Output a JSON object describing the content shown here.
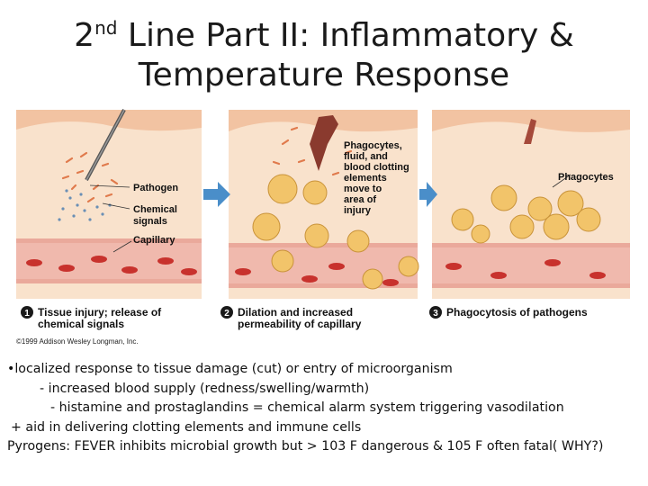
{
  "slide": {
    "title_part1": "2",
    "title_sup": "nd",
    "title_part2": " Line Part II: Inflammatory &",
    "title_line2": "Temperature Response"
  },
  "figure": {
    "labels": {
      "pathogen": "Pathogen",
      "chemical_signals_1": "Chemical",
      "chemical_signals_2": "signals",
      "capillary": "Capillary",
      "phago_fluid_1": "Phagocytes,",
      "phago_fluid_2": "fluid, and",
      "phago_fluid_3": "blood clotting",
      "phago_fluid_4": "elements",
      "phago_fluid_5": "move to",
      "phago_fluid_6": "area of",
      "phago_fluid_7": "injury",
      "phagocytes": "Phagocytes"
    },
    "steps": [
      {
        "num": "1",
        "line1": "Tissue injury; release of",
        "line2": "chemical signals"
      },
      {
        "num": "2",
        "line1": "Dilation and increased",
        "line2": "permeability of capillary"
      },
      {
        "num": "3",
        "line1": "Phagocytosis of pathogens",
        "line2": ""
      }
    ],
    "copyright": "©1999 Addison Wesley Longman, Inc."
  },
  "body": {
    "line1": "•localized response to tissue damage (cut) or entry of microorganism",
    "line2": "- increased blood supply (redness/swelling/warmth)",
    "line3": "- histamine and prostaglandins = chemical alarm system triggering vasodilation",
    "line4": "+ aid in delivering clotting elements and immune cells",
    "line5": "Pyrogens: FEVER inhibits microbial growth but > 103 F dangerous & 105 F often fatal( WHY?)"
  },
  "colors": {
    "skin": "#f6d2b8",
    "tissue": "#f9e2cc",
    "capillary": "#e59a8c",
    "blood_cell": "#c8322d",
    "phagocyte": "#f2c46a",
    "arrow": "#4a8ec9",
    "chemical": "#e07a4c",
    "pathogen_dot": "#6a8fb5"
  }
}
